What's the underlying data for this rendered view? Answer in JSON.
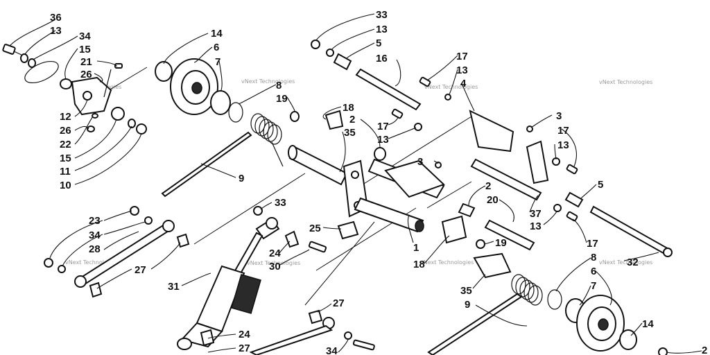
{
  "watermark": "vNext Technologies",
  "callouts": {
    "c36": "36",
    "c13a": "13",
    "c34a": "34",
    "c15a": "15",
    "c21": "21",
    "c26a": "26",
    "c12": "12",
    "c26b": "26",
    "c22": "22",
    "c15b": "15",
    "c11": "11",
    "c10": "10",
    "c14a": "14",
    "c6a": "6",
    "c7a": "7",
    "c8a": "8",
    "c19a": "19",
    "c9a": "9",
    "c33a": "33",
    "c13b": "13",
    "c5a": "5",
    "c16": "16",
    "c18a": "18",
    "c2a": "2",
    "c35a": "35",
    "c17a": "17",
    "c13c": "13",
    "c17b": "17",
    "c13d": "13",
    "c4": "4",
    "c3a": "3",
    "c3b": "3",
    "c17c": "17",
    "c13e": "13",
    "c5b": "5",
    "c2b": "2",
    "c20": "20",
    "c37": "37",
    "c13f": "13",
    "c17d": "17",
    "c1": "1",
    "c19b": "19",
    "c18b": "18",
    "c33b": "33",
    "c25": "25",
    "c24a": "24",
    "c30": "30",
    "c23": "23",
    "c34b": "34",
    "c28": "28",
    "c27a": "27",
    "c31": "31",
    "c24b": "24",
    "c27b": "27",
    "c27c": "27",
    "c34c": "34",
    "c35b": "35",
    "c9b": "9",
    "c8b": "8",
    "c6b": "6",
    "c7b": "7",
    "c14b": "14",
    "c32": "32",
    "c2c": "2"
  }
}
